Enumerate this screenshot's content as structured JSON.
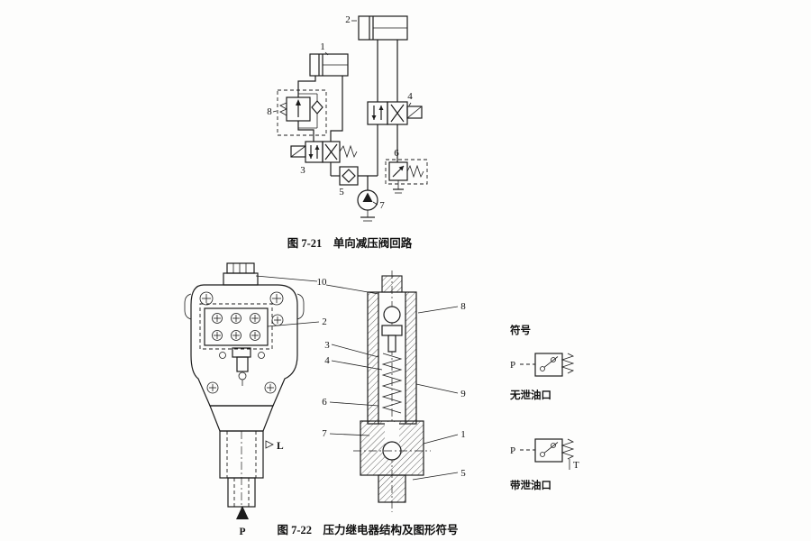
{
  "figure1": {
    "caption": "图 7-21　单向减压阀回路",
    "labels": {
      "c1": "1",
      "c2": "2",
      "c3": "3",
      "c4": "4",
      "c5": "5",
      "c6": "6",
      "c7": "7",
      "c8": "8"
    }
  },
  "figure2": {
    "caption": "图 7-22　压力继电器结构及图形符号",
    "labels": {
      "p1": "1",
      "p2": "2",
      "p3": "3",
      "p4": "4",
      "p5": "5",
      "p6": "6",
      "p7": "7",
      "p8": "8",
      "p9": "9",
      "p10": "10"
    },
    "ports": {
      "p": "P",
      "l": "L"
    },
    "symbols": {
      "heading": "符号",
      "no_drain": {
        "port": "P",
        "caption": "无泄油口"
      },
      "with_drain": {
        "port": "P",
        "tank": "T",
        "caption": "带泄油口"
      }
    }
  }
}
